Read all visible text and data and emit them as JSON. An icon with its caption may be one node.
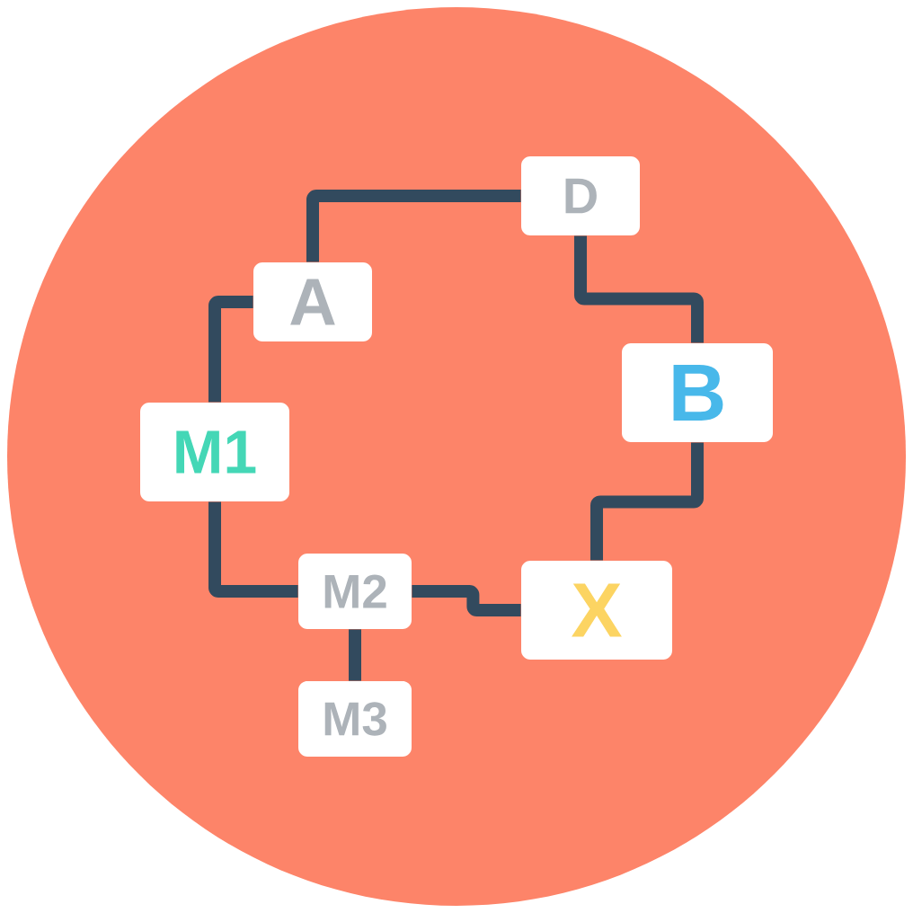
{
  "diagram": {
    "nodes": [
      {
        "text": [
          "D"
        ]
      },
      {
        "text": [
          "A"
        ]
      },
      {
        "text": [
          "B"
        ]
      },
      {
        "text": [
          "M1"
        ]
      },
      {
        "text": [
          "M2"
        ]
      },
      {
        "text": [
          "X"
        ]
      },
      {
        "text": [
          "M3"
        ]
      }
    ],
    "edges": [
      {
        "from": 1,
        "to": 0,
        "arrow": "none"
      },
      {
        "from": 0,
        "to": 2,
        "arrow": "none"
      },
      {
        "from": 1,
        "to": 3,
        "arrow": "none"
      },
      {
        "from": 2,
        "to": 5,
        "arrow": "none"
      },
      {
        "from": 3,
        "to": 4,
        "arrow": "none"
      },
      {
        "from": 4,
        "to": 5,
        "arrow": "none"
      },
      {
        "from": 4,
        "to": 6,
        "arrow": "none"
      }
    ]
  }
}
